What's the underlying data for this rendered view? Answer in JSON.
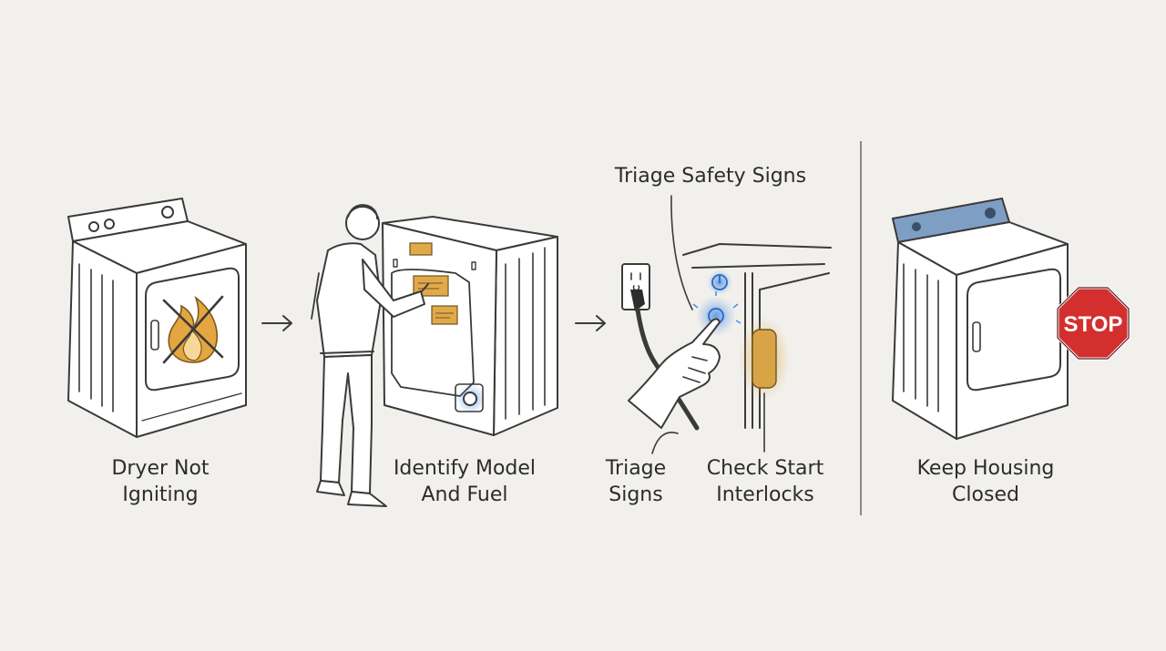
{
  "steps": [
    {
      "line1": "Dryer Not",
      "line2": "Igniting"
    },
    {
      "line1": "Identify Model",
      "line2": "And Fuel"
    },
    {
      "line1": "Triage",
      "line2": "Signs"
    },
    {
      "line1": "Check Start",
      "line2": "Interlocks"
    },
    {
      "line1": "Keep Housing",
      "line2": "Closed"
    }
  ],
  "callout_title": "Triage Safety Signs",
  "stop_sign_text": "STOP",
  "colors": {
    "background": "#f1f0ec",
    "flame": "#e3a640",
    "warning_label": "#e0a94a",
    "glow_blue": "#4f8fe0",
    "control_panel_blue": "#7f9ec4",
    "stop_red": "#d32f2f",
    "door_interlock_amber": "#d9a446"
  },
  "icons": [
    "dryer-icon",
    "no-flame-icon",
    "technician-icon",
    "dryer-back-panel-icon",
    "power-outlet-icon",
    "pointing-hand-icon",
    "power-button-icon",
    "door-interlock-icon",
    "stop-sign-icon",
    "arrow-right-icon"
  ]
}
